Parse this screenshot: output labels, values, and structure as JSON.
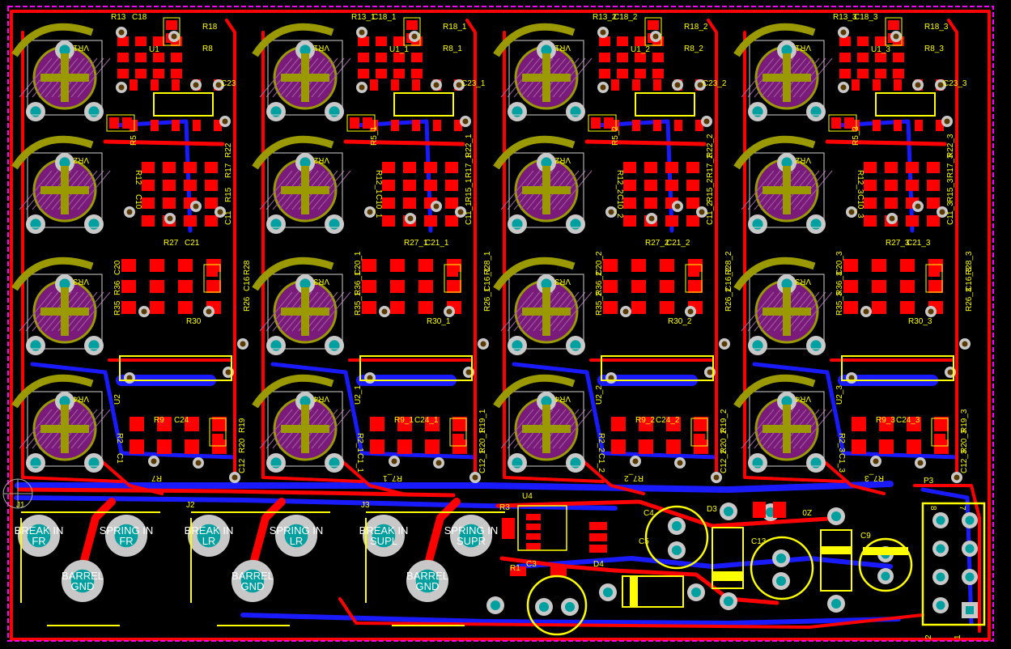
{
  "colors": {
    "background": "#000000",
    "top_copper": "#ff0000",
    "bottom_copper": "#1a1aff",
    "silkscreen": "#ffff00",
    "pad_outer": "#c8c8c8",
    "pad_inner": "#00a0a0",
    "board_outline": "#ff00ff",
    "pot_silk": "#9a9a00",
    "pot_body": "#7a1a7a"
  },
  "channels": [
    {
      "suffix": "",
      "labels": {
        "r13": "R13",
        "c18": "C18",
        "r18": "R18",
        "u1": "U1",
        "r8": "R8",
        "c23": "C23",
        "r5": "R5",
        "r12": "R12",
        "c10": "C10",
        "r17": "R17",
        "r22": "R22",
        "r15": "R15",
        "c11": "C11",
        "r27": "R27",
        "c21": "C21",
        "r36": "R36",
        "c20": "C20",
        "r28": "R28",
        "r35": "R35",
        "r26": "R26",
        "c16": "C16",
        "r30": "R30",
        "u2": "U2",
        "r9": "R9",
        "c24": "C24",
        "r19": "R19",
        "r2": "R2",
        "c1": "C1",
        "c12": "C12",
        "r20": "R20",
        "r7": "R7"
      }
    },
    {
      "suffix": "_1",
      "labels": {
        "r13": "R13_1",
        "c18": "C18_1",
        "r18": "R18_1",
        "u1": "U1_1",
        "r8": "R8_1",
        "c23": "C23_1",
        "r5": "R5_1",
        "r12": "R12_1",
        "c10": "C10_1",
        "r17": "R17_1",
        "r22": "R22_1",
        "r15": "R15_1",
        "c11": "C11_1",
        "r27": "R27_1",
        "c21": "C21_1",
        "r36": "R36_1",
        "c20": "C20_1",
        "r28": "R28_1",
        "r35": "R35_1",
        "r26": "R26_1",
        "c16": "C16_1",
        "r30": "R30_1",
        "u2": "U2_1",
        "r9": "R9_1",
        "c24": "C24_1",
        "r19": "R19_1",
        "r2": "R2_1",
        "c1": "C1_1",
        "c12": "C12_1",
        "r20": "R20_1",
        "r7": "R7_1"
      }
    },
    {
      "suffix": "_2",
      "labels": {
        "r13": "R13_2",
        "c18": "C18_2",
        "r18": "R18_2",
        "u1": "U1_2",
        "r8": "R8_2",
        "c23": "C23_2",
        "r5": "R5_2",
        "r12": "R12_2",
        "c10": "C10_2",
        "r17": "R17_2",
        "r22": "R22_2",
        "r15": "R15_2",
        "c11": "C11_2",
        "r27": "R27_2",
        "c21": "C21_2",
        "r36": "R36_2",
        "c20": "C20_2",
        "r28": "R28_2",
        "r35": "R35_2",
        "r26": "R26_2",
        "c16": "C16_2",
        "r30": "R30_2",
        "u2": "U2_2",
        "r9": "R9_2",
        "c24": "C24_2",
        "r19": "R19_2",
        "r2": "R2_2",
        "c1": "C1_2",
        "c12": "C12_2",
        "r20": "R20_2",
        "r7": "R7_2"
      }
    },
    {
      "suffix": "_3",
      "labels": {
        "r13": "R13_3",
        "c18": "C18_3",
        "r18": "R18_3",
        "u1": "U1_3",
        "r8": "R8_3",
        "c23": "C23_3",
        "r5": "R5_3",
        "r12": "R12_3",
        "c10": "C10_3",
        "r17": "R17_3",
        "r22": "R22_3",
        "r15": "R15_3",
        "c11": "C11_3",
        "r27": "R27_3",
        "c21": "C21_3",
        "r36": "R36_3",
        "c20": "C20_3",
        "r28": "R28_3",
        "r35": "R35_3",
        "r26": "R26_3",
        "c16": "C16_3",
        "r30": "R30_3",
        "u2": "U2_3",
        "r9": "R9_3",
        "c24": "C24_3",
        "r19": "R19_3",
        "r2": "R2_3",
        "c1": "C1_3",
        "c12": "C12_3",
        "r20": "R20_3",
        "r7": "R7_3"
      }
    }
  ],
  "pot_labels": [
    "VR1",
    "VR2",
    "VR3",
    "VR4"
  ],
  "jacks": [
    {
      "ref": "J1",
      "tip": "BREAK IN FR",
      "ring": "SPRING IN FR",
      "sleeve": "BARREL GND"
    },
    {
      "ref": "J2",
      "tip": "BREAK IN LR",
      "ring": "SPRING IN LR",
      "sleeve": "BARREL GND"
    },
    {
      "ref": "J3",
      "tip": "BREAK IN SUPL",
      "ring": "SPRING IN SUPR",
      "sleeve": "BARREL GND"
    }
  ],
  "power": {
    "r3": "R3",
    "u4": "U4",
    "c4": "C4",
    "c5": "C5",
    "c3": "C3",
    "d4": "D4",
    "r1": "R1",
    "d3": "D3",
    "z0": "Z0",
    "c13": "C13",
    "c9": "C9",
    "p3": "P3",
    "p3_pin_top": "8",
    "p3_pin_top2": "7",
    "p3_pin_bot": "2",
    "p3_pin_bot2": "1"
  }
}
